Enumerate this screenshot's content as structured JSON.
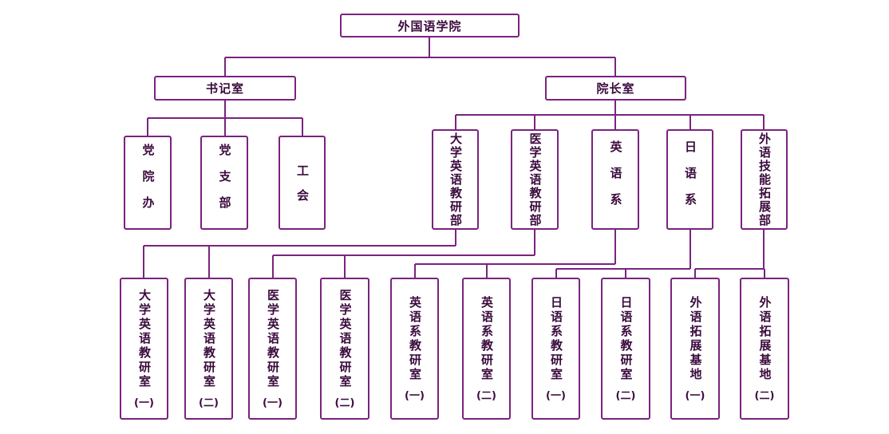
{
  "line_color": "#7a237f",
  "root": {
    "label": "外国语学院"
  },
  "level1": [
    {
      "label": "书记室"
    },
    {
      "label": "院长室"
    }
  ],
  "party": [
    {
      "label": "党院办"
    },
    {
      "label": "党支部"
    },
    {
      "label": "工会"
    }
  ],
  "depts": [
    {
      "label": "大学英语教研部"
    },
    {
      "label": "医学英语教研部"
    },
    {
      "label": "英语系"
    },
    {
      "label": "日语系"
    },
    {
      "label": "外语技能拓展部"
    }
  ],
  "rooms": [
    {
      "label": "大学英语教研室",
      "suffix": "(一)"
    },
    {
      "label": "大学英语教研室",
      "suffix": "(二)"
    },
    {
      "label": "医学英语教研室",
      "suffix": "(一)"
    },
    {
      "label": "医学英语教研室",
      "suffix": "(二)"
    },
    {
      "label": "英语系教研室",
      "suffix": "(一)"
    },
    {
      "label": "英语系教研室",
      "suffix": "(二)"
    },
    {
      "label": "日语系教研室",
      "suffix": "(一)"
    },
    {
      "label": "日语系教研室",
      "suffix": "(二)"
    },
    {
      "label": "外语拓展基地",
      "suffix": "(一)"
    },
    {
      "label": "外语拓展基地",
      "suffix": "(二)"
    }
  ]
}
